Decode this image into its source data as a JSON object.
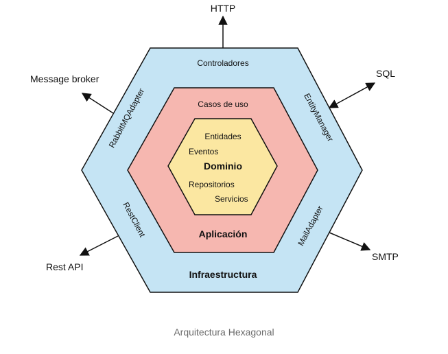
{
  "colors": {
    "infra": "#c5e4f4",
    "app": "#f6b7b0",
    "domain": "#fbe7a1",
    "stroke": "#111111",
    "caption": "#6b6b6b"
  },
  "layers": {
    "infrastructure": {
      "title": "Infraestructura",
      "controllers": "Controladores",
      "adapters": {
        "rabbit": "RabbitMQAdapter",
        "entity": "EntityManager",
        "rest": "RestClient",
        "mail": "MailAdapter"
      }
    },
    "application": {
      "title": "Aplicación",
      "use_cases": "Casos de uso"
    },
    "domain": {
      "title": "Dominio",
      "entities": "Entidades",
      "events": "Eventos",
      "repositories": "Repositorios",
      "services": "Servicios"
    }
  },
  "external": {
    "http": "HTTP",
    "sql": "SQL",
    "message_broker": "Message broker",
    "rest_api": "Rest API",
    "smtp": "SMTP"
  },
  "caption": "Arquitectura Hexagonal"
}
